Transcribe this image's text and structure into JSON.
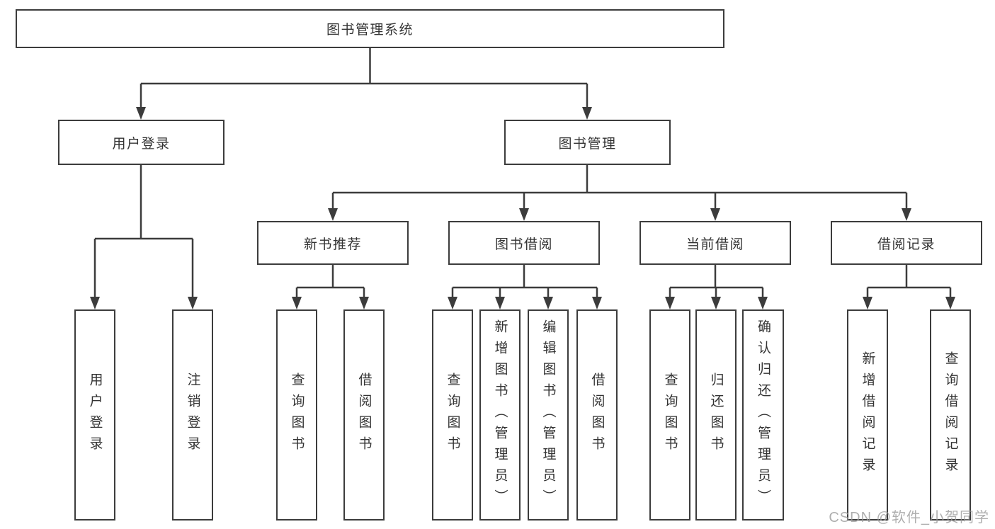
{
  "diagram": {
    "tree": {
      "root": {
        "label": "图书管理系统"
      },
      "children": [
        {
          "label": "用户登录",
          "children": [
            {
              "label": "用户登录"
            },
            {
              "label": "注销登录"
            }
          ]
        },
        {
          "label": "图书管理",
          "children": [
            {
              "label": "新书推荐",
              "children": [
                {
                  "label": "查询图书"
                },
                {
                  "label": "借阅图书"
                }
              ]
            },
            {
              "label": "图书借阅",
              "children": [
                {
                  "label": "查询图书"
                },
                {
                  "label": "新增图书（管理员）"
                },
                {
                  "label": "编辑图书（管理员）"
                },
                {
                  "label": "借阅图书"
                }
              ]
            },
            {
              "label": "当前借阅",
              "children": [
                {
                  "label": "查询图书"
                },
                {
                  "label": "归还图书"
                },
                {
                  "label": "确认归还（管理员）"
                }
              ]
            },
            {
              "label": "借阅记录",
              "children": [
                {
                  "label": "新增借阅记录"
                },
                {
                  "label": "查询借阅记录"
                }
              ]
            }
          ]
        }
      ]
    },
    "colors": {
      "line": "#3c3c3c",
      "box_border": "#3c3c3c",
      "box_fill": "#ffffff",
      "text": "#333333",
      "watermark": "#9b9b9b",
      "background": "#ffffff"
    }
  },
  "watermark": {
    "text": "CSDN @软件_小贺同学"
  }
}
